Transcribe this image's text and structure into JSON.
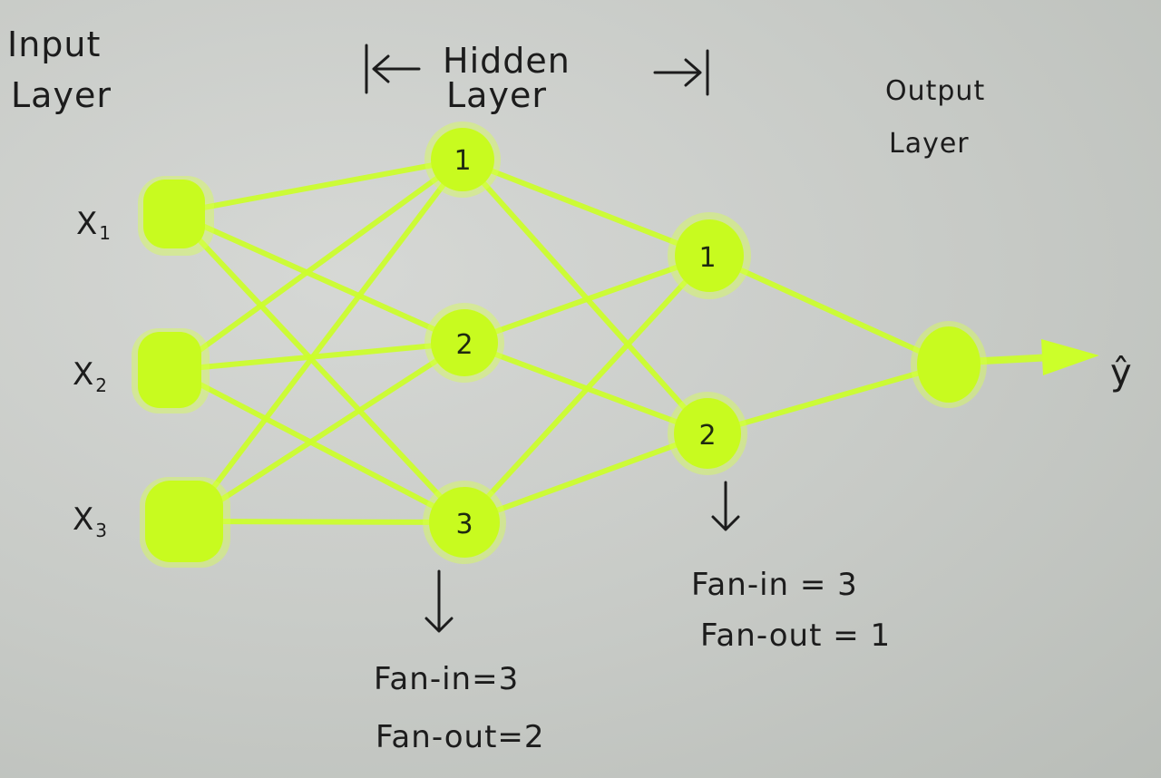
{
  "titles": {
    "input_line1": "Input",
    "input_line2": "Layer",
    "hidden_line1": "Hidden",
    "hidden_line2": "Layer",
    "output_line1": "Output",
    "output_line2": "Layer"
  },
  "inputs": [
    {
      "base": "X",
      "sub": "1"
    },
    {
      "base": "X",
      "sub": "2"
    },
    {
      "base": "X",
      "sub": "3"
    }
  ],
  "hidden1_nodes": [
    "1",
    "2",
    "3"
  ],
  "hidden2_nodes": [
    "1",
    "2"
  ],
  "output": {
    "label": "ŷ"
  },
  "annotations": {
    "first": {
      "fan_in": "Fan-in=3",
      "fan_out": "Fan-out=2"
    },
    "second": {
      "fan_in": "Fan-in = 3",
      "fan_out": "Fan-out = 1"
    }
  },
  "colors": {
    "node": "#c8fb1f",
    "edge": "#ccff2a",
    "ink": "#1c1c1c"
  }
}
